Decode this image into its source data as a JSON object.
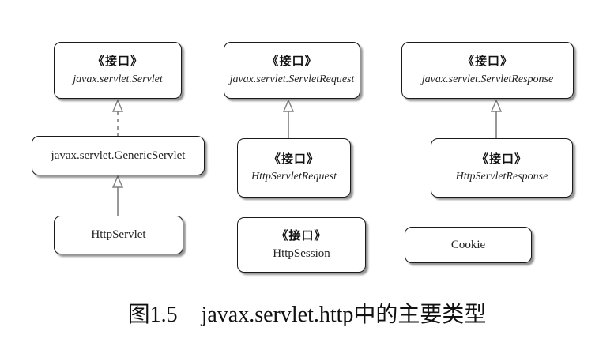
{
  "boxes": {
    "servlet": {
      "stereotype": "《接口》",
      "name": "javax.servlet.Servlet"
    },
    "servlet_request": {
      "stereotype": "《接口》",
      "name": "javax.servlet.ServletRequest"
    },
    "servlet_response": {
      "stereotype": "《接口》",
      "name": "javax.servlet.ServletResponse"
    },
    "generic_servlet": {
      "name": "javax.servlet.GenericServlet"
    },
    "http_servlet_request": {
      "stereotype": "《接口》",
      "name": "HttpServletRequest"
    },
    "http_servlet_response": {
      "stereotype": "《接口》",
      "name": "HttpServletResponse"
    },
    "http_servlet": {
      "name": "HttpServlet"
    },
    "http_session": {
      "stereotype": "《接口》",
      "name": "HttpSession"
    },
    "cookie": {
      "name": "Cookie"
    }
  },
  "relationships": [
    {
      "from": "javax.servlet.GenericServlet",
      "to": "javax.servlet.Servlet",
      "style": "dashed",
      "arrowhead": "hollow-triangle"
    },
    {
      "from": "HttpServlet",
      "to": "javax.servlet.GenericServlet",
      "style": "solid",
      "arrowhead": "hollow-triangle"
    },
    {
      "from": "HttpServletRequest",
      "to": "javax.servlet.ServletRequest",
      "style": "solid",
      "arrowhead": "hollow-triangle"
    },
    {
      "from": "HttpServletResponse",
      "to": "javax.servlet.ServletResponse",
      "style": "solid",
      "arrowhead": "hollow-triangle"
    }
  ],
  "caption": {
    "figure_label": "图1.5",
    "title": "javax.servlet.http中的主要类型"
  },
  "colors": {
    "box_border": "#1a1a1a",
    "arrow_line": "#7f7f7f",
    "text": "#222222",
    "background": "#ffffff"
  }
}
